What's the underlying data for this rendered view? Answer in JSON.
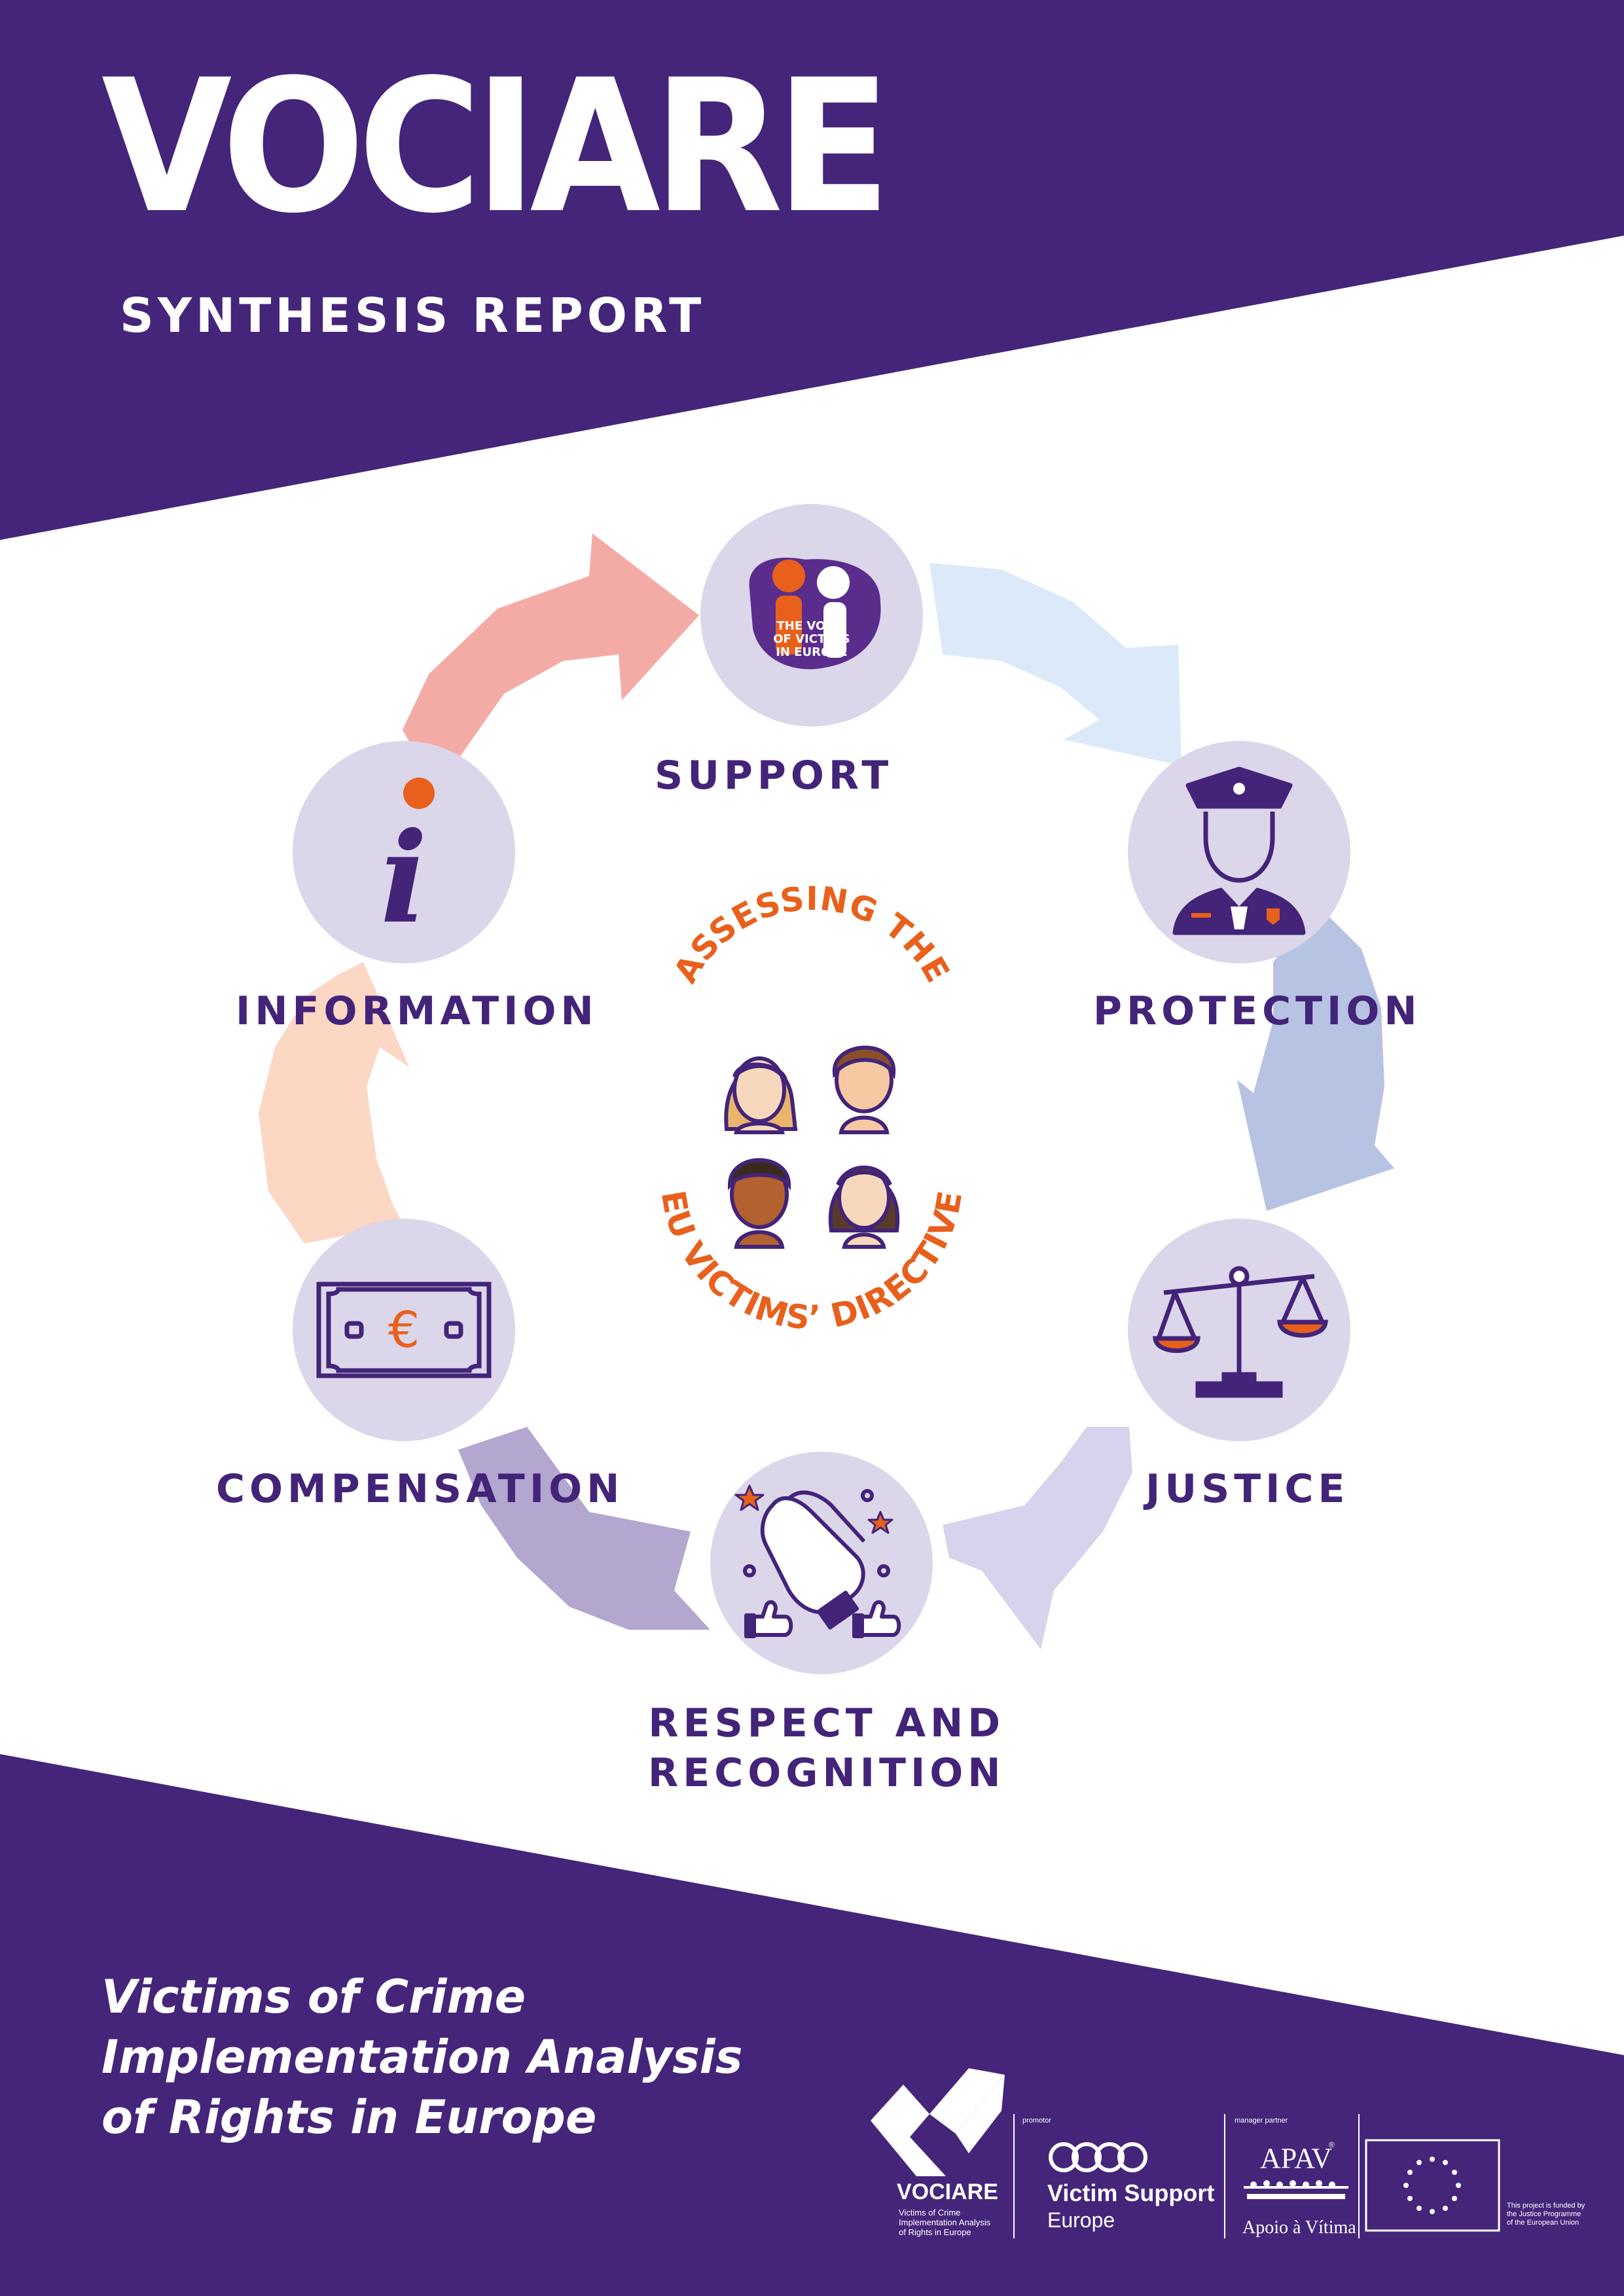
{
  "colors": {
    "band_purple": "#45257a",
    "text_purple": "#432479",
    "accent_orange": "#e8601c",
    "circle_lilac": "#dcd6ea"
  },
  "header": {
    "title": "VOCIARE",
    "subtitle": "SYNTHESIS REPORT"
  },
  "cycle": {
    "support": "SUPPORT",
    "protection": "PROTECTION",
    "justice": "JUSTICE",
    "respect_line1": "RESPECT AND",
    "respect_line2": "RECOGNITION",
    "compensation": "COMPENSATION",
    "information": "INFORMATION"
  },
  "support_logo": {
    "line1": "THE VOICE",
    "line2": "OF VICTIMS",
    "line3": "IN EUROPE"
  },
  "center": {
    "arc_top": "ASSESSING THE",
    "arc_bottom": "EU VICTIMS’ DIRECTIVE"
  },
  "compensation_icon": {
    "currency_symbol": "€"
  },
  "information_icon": {
    "glyph": "i"
  },
  "footer": {
    "line1": "Victims of Crime",
    "line2": "Implementation Analysis",
    "line3": "of Rights in Europe"
  },
  "logos": {
    "vociare_name": "VOCIARE",
    "vociare_sub_1": "Victims of Crime",
    "vociare_sub_2": "Implementation Analysis",
    "vociare_sub_3": "of Rights in Europe",
    "promotor_tag": "promotor",
    "vse_line1": "Victim Support",
    "vse_line2": "Europe",
    "manager_tag": "manager partner",
    "apav_name": "APAV",
    "apav_reg": "®",
    "apav_sub": "Apoio à Vítima",
    "eu_note_1": "This project is funded by",
    "eu_note_2": "the Justice Programme",
    "eu_note_3": "of the European Union"
  }
}
